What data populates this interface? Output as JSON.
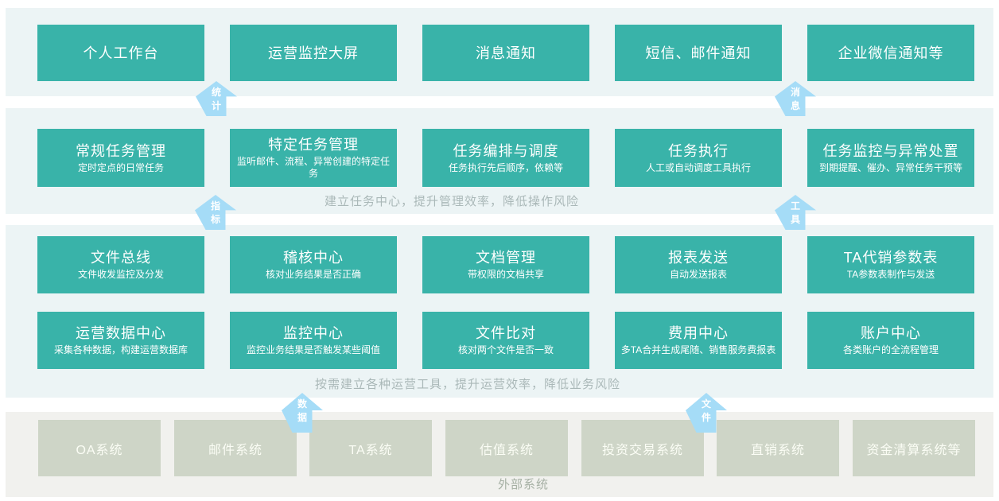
{
  "palette": {
    "teal_box": "#39b3a9",
    "section_bg": "#ecf4f5",
    "external_section_bg": "#f1f1ee",
    "external_box": "#ced5c7",
    "arrow_blue": "#a5dcf7",
    "caption_gray": "#aab8b8"
  },
  "app_layer": {
    "boxes": [
      {
        "label": "个人工作台"
      },
      {
        "label": "运营监控大屏"
      },
      {
        "label": "消息通知"
      },
      {
        "label": "短信、邮件通知"
      },
      {
        "label": "企业微信通知等"
      }
    ]
  },
  "task_layer": {
    "caption": "建立任务中心，提升管理效率，降低操作风险",
    "boxes": [
      {
        "title": "常规任务管理",
        "subtitle": "定时定点的日常任务"
      },
      {
        "title": "特定任务管理",
        "subtitle": "监听邮件、流程、异常创建的特定任务"
      },
      {
        "title": "任务编排与调度",
        "subtitle": "任务执行先后顺序，依赖等"
      },
      {
        "title": "任务执行",
        "subtitle": "人工或自动调度工具执行"
      },
      {
        "title": "任务监控与异常处置",
        "subtitle": "到期提醒、催办、异常任务干预等"
      }
    ]
  },
  "tool_layer": {
    "caption": "按需建立各种运营工具，提升运营效率，降低业务风险",
    "row1": [
      {
        "title": "文件总线",
        "subtitle": "文件收发监控及分发"
      },
      {
        "title": "稽核中心",
        "subtitle": "核对业务结果是否正确"
      },
      {
        "title": "文档管理",
        "subtitle": "带权限的文档共享"
      },
      {
        "title": "报表发送",
        "subtitle": "自动发送报表"
      },
      {
        "title": "TA代销参数表",
        "subtitle": "TA参数表制作与发送"
      }
    ],
    "row2": [
      {
        "title": "运营数据中心",
        "subtitle": "采集各种数据，构建运营数据库"
      },
      {
        "title": "监控中心",
        "subtitle": "监控业务结果是否触发某些阈值"
      },
      {
        "title": "文件比对",
        "subtitle": "核对两个文件是否一致"
      },
      {
        "title": "费用中心",
        "subtitle": "多TA合并生成尾随、销售服务费报表"
      },
      {
        "title": "账户中心",
        "subtitle": "各类账户的全流程管理"
      }
    ]
  },
  "external_layer": {
    "caption": "外部系统",
    "boxes": [
      {
        "label": "OA系统"
      },
      {
        "label": "邮件系统"
      },
      {
        "label": "TA系统"
      },
      {
        "label": "估值系统"
      },
      {
        "label": "投资交易系统"
      },
      {
        "label": "直销系统"
      },
      {
        "label": "资金清算系统等"
      }
    ]
  },
  "arrows": {
    "stats": "统计",
    "message": "消息",
    "metrics": "指标",
    "tools": "工具",
    "data": "数据",
    "files": "文件"
  }
}
